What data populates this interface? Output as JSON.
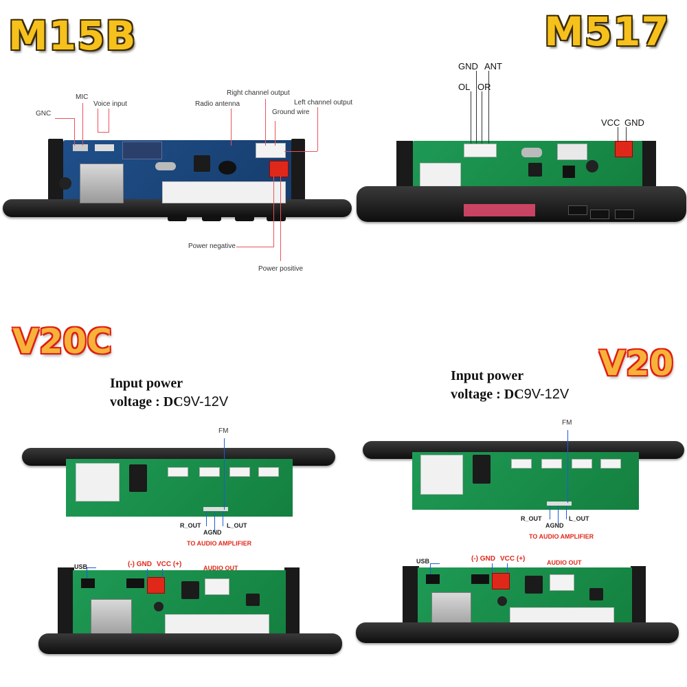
{
  "titles": {
    "m15b": "M15B",
    "m517": "M517",
    "v20c": "V20C",
    "v20": "V20"
  },
  "m15b_labels": {
    "gnc": "GNC",
    "mic": "MIC",
    "voice_input": "Voice input",
    "radio_antenna": "Radio antenna",
    "right_channel_output": "Right channel output",
    "ground_wire": "Ground wire",
    "left_channel_output": "Left channel output",
    "power_negative": "Power negative",
    "power_positive": "Power positive"
  },
  "m517_labels": {
    "gnd_top": "GND",
    "ant": "ANT",
    "ol": "OL",
    "or": "OR",
    "vcc": "VCC",
    "gnd_right": "GND"
  },
  "power_text": {
    "line1": "Input power",
    "line2_prefix": "voltage : DC",
    "line2_value": "9V-12V"
  },
  "v20_labels": {
    "fm": "FM",
    "r_out": "R_OUT",
    "agnd": "AGND",
    "l_out": "L_OUT",
    "to_audio_amplifier": "TO AUDIO AMPLIFIER",
    "usb": "USB",
    "neg_gnd": "(-) GND",
    "vcc_pos": "VCC (+)",
    "audio_out": "AUDIO OUT"
  },
  "colors": {
    "title_yellow": "#f6c11d",
    "title_orange": "#f6b23a",
    "title_outline_red": "#e01d12",
    "pcb_blue": "#1f4f8a",
    "pcb_green": "#1e9a55",
    "pointer_red": "#e8525a",
    "pointer_blue": "#1d5bd8"
  }
}
